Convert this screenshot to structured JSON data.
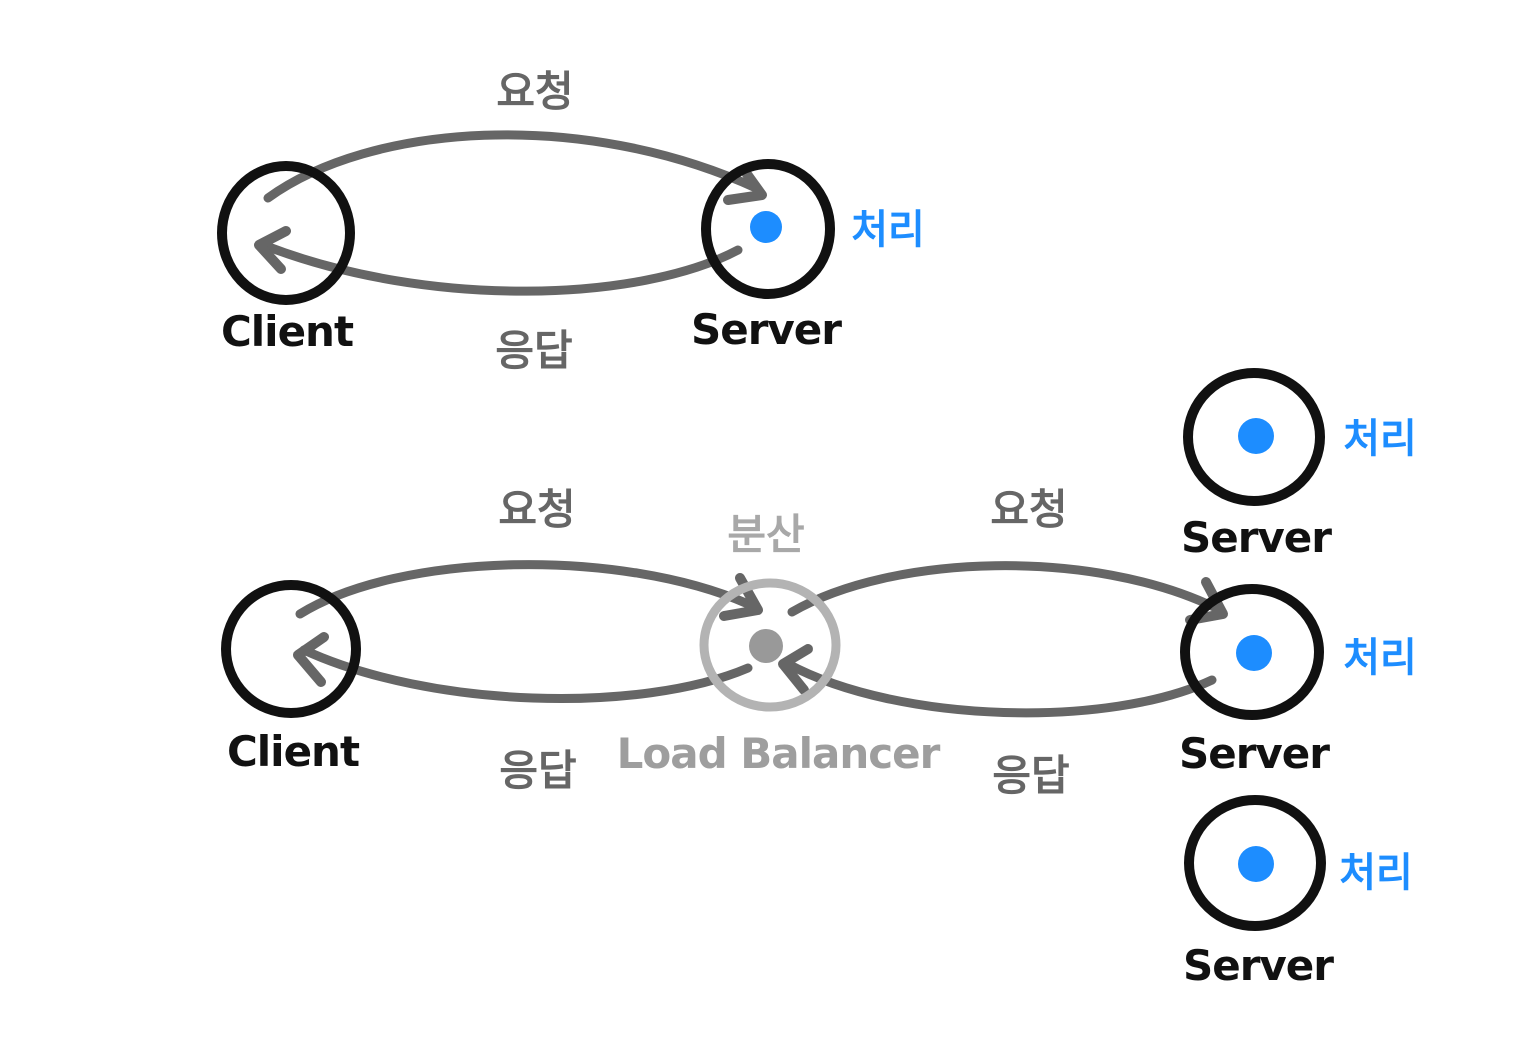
{
  "colors": {
    "background": "#ffffff",
    "ink_black": "#111111",
    "arrow_gray": "#666666",
    "lb_outline_gray": "#b3b3b3",
    "lb_dot_gray": "#999999",
    "lb_text_gray": "#9e9e9e",
    "distribute_text_gray": "#a8a8a8",
    "process_blue": "#1d8dff"
  },
  "simple_architecture": {
    "client": {
      "label": "Client"
    },
    "server": {
      "label": "Server",
      "process": "처리"
    },
    "request": "요청",
    "response": "응답"
  },
  "load_balanced_architecture": {
    "client": {
      "label": "Client"
    },
    "load_balancer": {
      "label": "Load Balancer",
      "distribute": "분산"
    },
    "request_client_to_lb": "요청",
    "response_lb_to_client": "응답",
    "request_lb_to_server": "요청",
    "response_server_to_lb": "응답",
    "servers": [
      {
        "label": "Server",
        "process": "처리"
      },
      {
        "label": "Server",
        "process": "처리"
      },
      {
        "label": "Server",
        "process": "처리"
      }
    ]
  }
}
